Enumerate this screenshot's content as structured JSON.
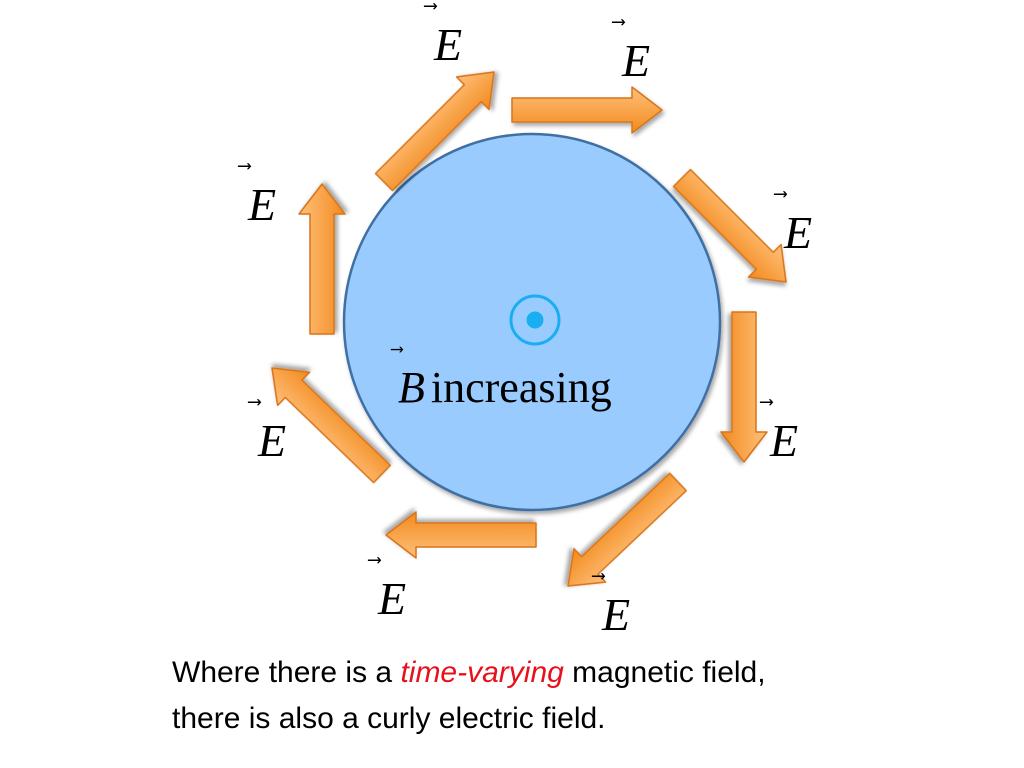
{
  "field_label": "E",
  "vector_symbol": "⃗",
  "center": {
    "symbol": "B",
    "text": "increasing"
  },
  "caption": {
    "line1_before": "Where there is a ",
    "line1_highlight": "time-varying",
    "line1_after": " magnetic field,",
    "line2": "there is also a curly electric field."
  },
  "colors": {
    "disk_fill": "#99cbff",
    "disk_stroke": "#3f6fa3",
    "arrow_light": "#ffc07a",
    "arrow_dark": "#f28a1e",
    "arrow_stroke": "#d7741a",
    "dot": "#18aef0",
    "highlight": "#e8101a"
  }
}
